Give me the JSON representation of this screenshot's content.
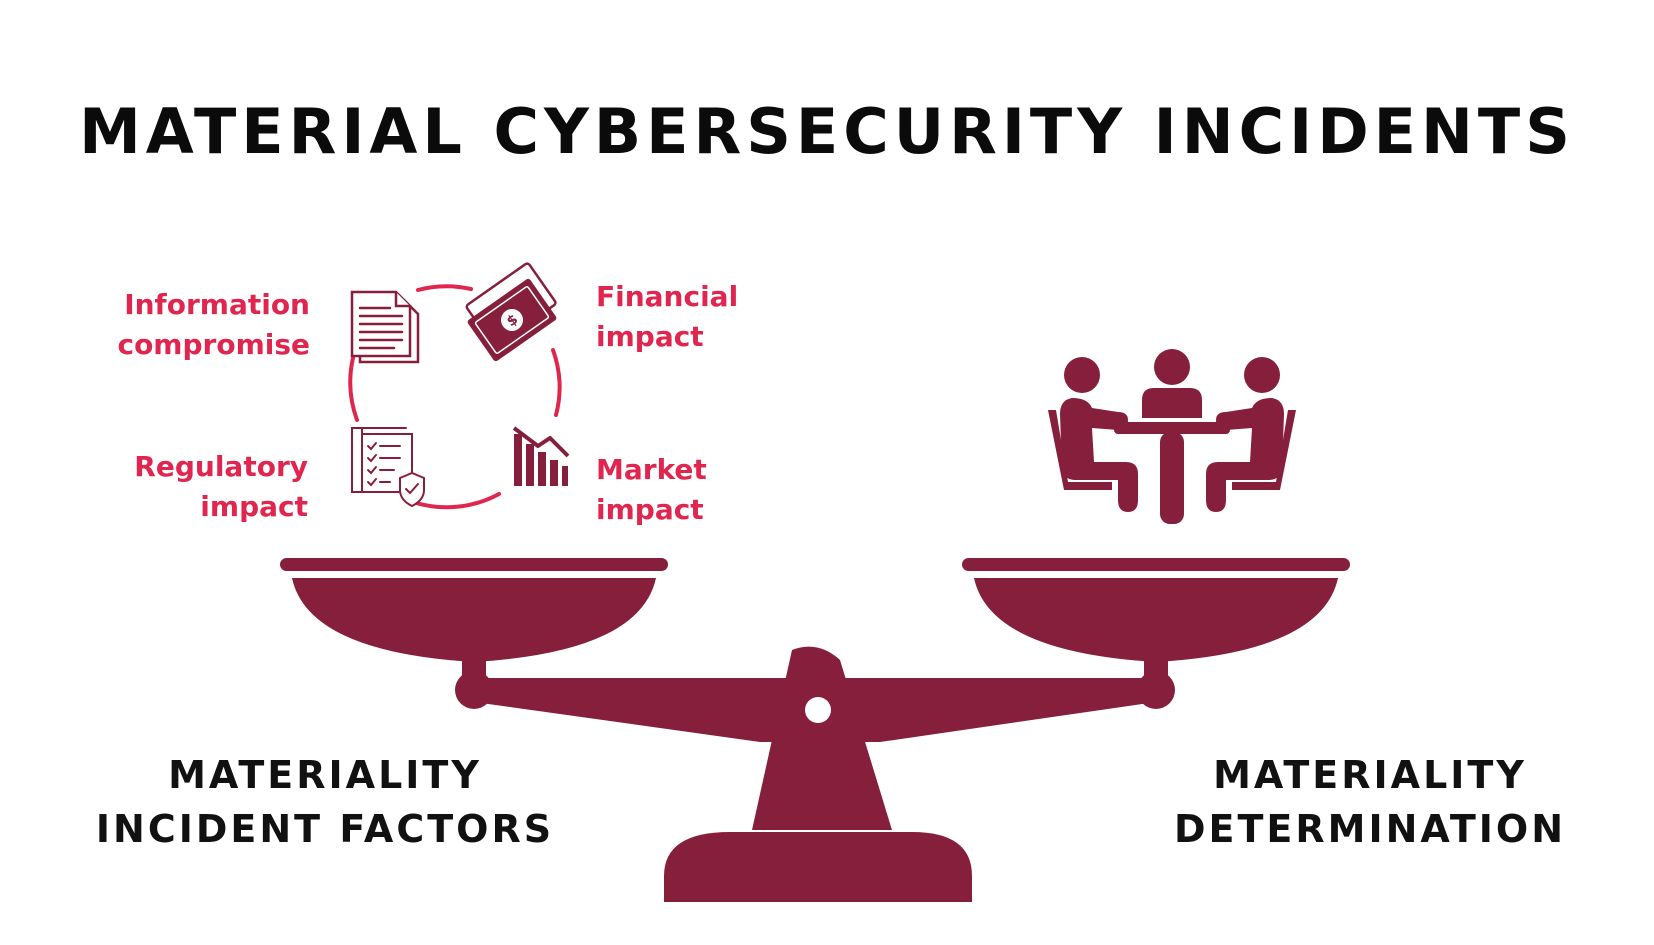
{
  "title": "MATERIAL CYBERSECURITY INCIDENTS",
  "factors": {
    "information": [
      "Information",
      "compromise"
    ],
    "financial": [
      "Financial",
      "impact"
    ],
    "regulatory": [
      "Regulatory",
      "impact"
    ],
    "market": [
      "Market",
      "impact"
    ]
  },
  "left_label": [
    "MATERIALITY",
    "INCIDENT FACTORS"
  ],
  "right_label": [
    "MATERIALITY",
    "DETERMINATION"
  ],
  "icons": {
    "information": "document-icon",
    "financial": "banknote-icon",
    "regulatory": "checklist-shield-icon",
    "market": "declining-bar-chart-icon",
    "determination": "meeting-table-icon",
    "scale": "balance-scale-icon"
  },
  "colors": {
    "scale": "#861f3b",
    "accent": "#e0264f",
    "text": "#111111"
  }
}
